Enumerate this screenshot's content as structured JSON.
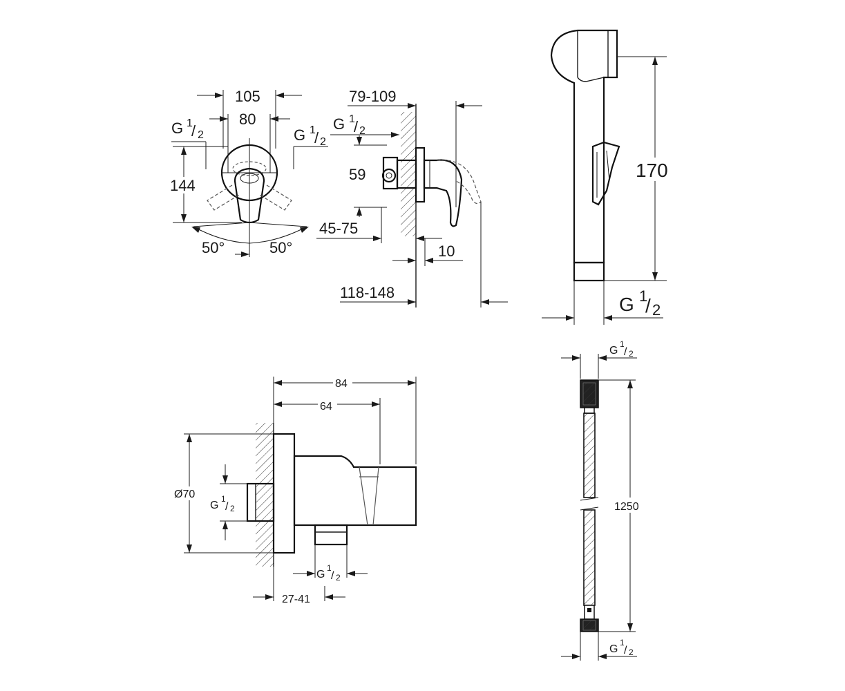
{
  "mixer": {
    "width_outer": "105",
    "width_inner": "80",
    "height": "144",
    "angle_left": "50°",
    "angle_right": "50°",
    "thread_left": {
      "base": "G",
      "num": "1",
      "den": "2"
    },
    "thread_right": {
      "base": "G",
      "num": "1",
      "den": "2"
    }
  },
  "side": {
    "depth_top": "79-109",
    "thread": {
      "base": "G",
      "num": "1",
      "den": "2"
    },
    "height": "59",
    "depth_mid": "45-75",
    "wall": "10",
    "depth_bottom": "118-148"
  },
  "handshower": {
    "height": "170",
    "thread": {
      "base": "G",
      "num": "1",
      "den": "2"
    }
  },
  "elbow": {
    "depth_total": "84",
    "depth_holder": "64",
    "diameter": "Ø70",
    "thread_left": {
      "base": "G",
      "num": "1",
      "den": "2"
    },
    "thread_bottom": {
      "base": "G",
      "num": "1",
      "den": "2"
    },
    "depth_adjust": "27-41"
  },
  "hose": {
    "length": "1250",
    "thread_top": {
      "base": "G",
      "num": "1",
      "den": "2"
    },
    "thread_bottom": {
      "base": "G",
      "num": "1",
      "den": "2"
    }
  }
}
